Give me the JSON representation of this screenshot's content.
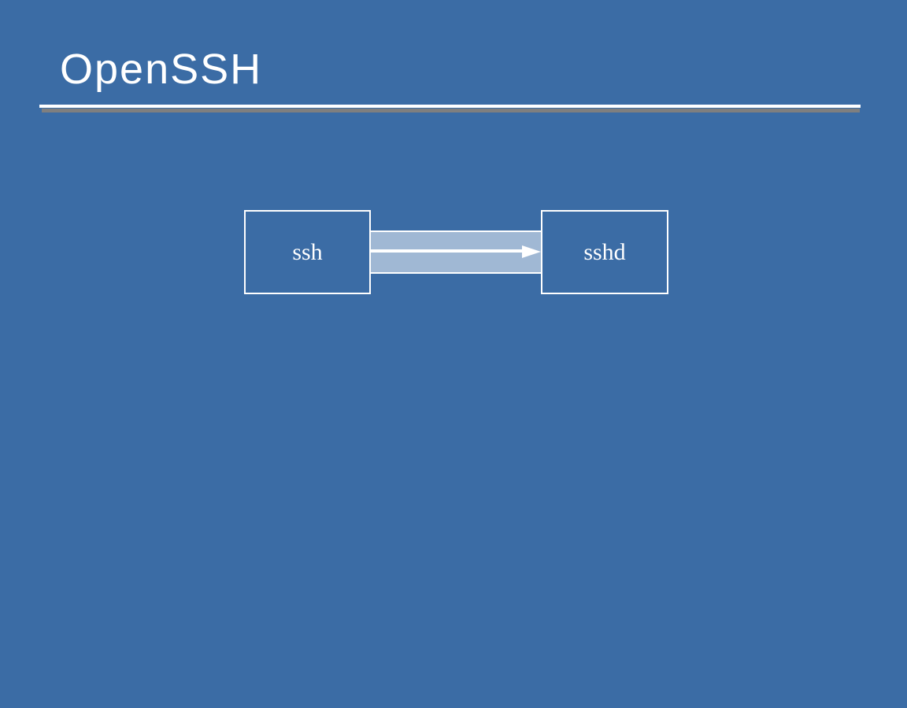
{
  "slide": {
    "title": "OpenSSH"
  },
  "diagram": {
    "client_box": {
      "label": "ssh"
    },
    "server_box": {
      "label": "sshd"
    },
    "connection": {
      "type": "arrow-band",
      "direction": "left-to-right",
      "from": "ssh",
      "to": "sshd"
    }
  },
  "colors": {
    "background": "#3B6CA5",
    "band_fill": "#A0B8D4",
    "box_border": "#FFFFFF",
    "text": "#FFFFFF",
    "underline": "#FFFFFF",
    "underline_shadow": "#7F7F7F"
  }
}
